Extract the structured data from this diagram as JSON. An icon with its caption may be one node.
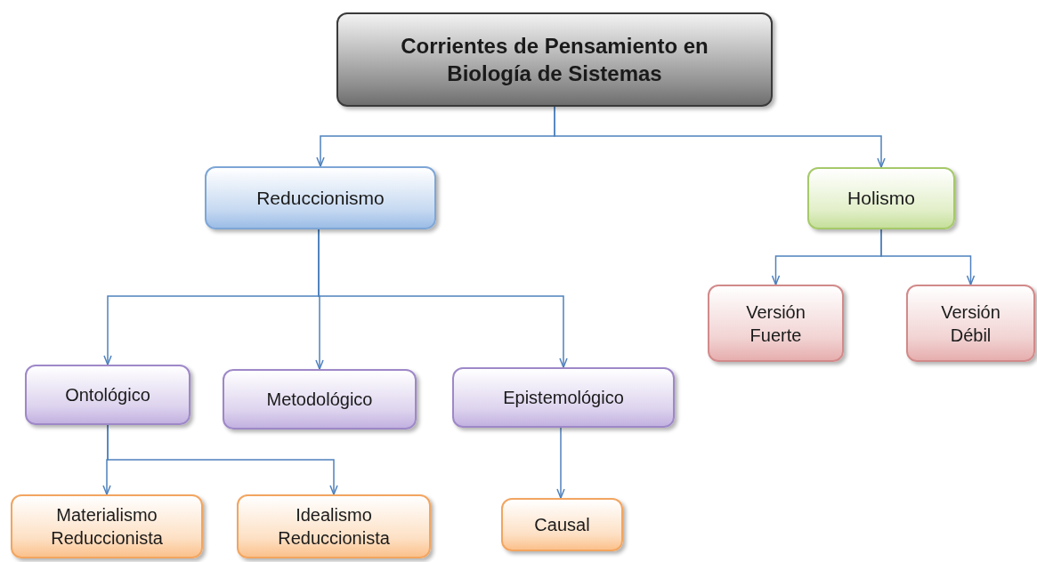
{
  "diagram": {
    "nodes": [
      {
        "text": [
          "Corrientes de Pensamiento en Biología de Sistemas"
        ]
      },
      {
        "text": [
          "Reduccionismo"
        ]
      },
      {
        "text": [
          "Holismo"
        ]
      },
      {
        "text": [
          "Versión Fuerte"
        ]
      },
      {
        "text": [
          "Versión Débil"
        ]
      },
      {
        "text": [
          "Ontológico"
        ]
      },
      {
        "text": [
          "Metodológico"
        ]
      },
      {
        "text": [
          "Epistemológico"
        ]
      },
      {
        "text": [
          "Materialismo Reduccionista"
        ]
      },
      {
        "text": [
          "Idealismo Reduccionista"
        ]
      },
      {
        "text": [
          "Causal"
        ]
      }
    ],
    "edges": [
      {
        "from": 0,
        "to": 1,
        "arrow": "to"
      },
      {
        "from": 0,
        "to": 2,
        "arrow": "to"
      },
      {
        "from": 2,
        "to": 3,
        "arrow": "to"
      },
      {
        "from": 2,
        "to": 4,
        "arrow": "to"
      },
      {
        "from": 1,
        "to": 5,
        "arrow": "to"
      },
      {
        "from": 1,
        "to": 6,
        "arrow": "to"
      },
      {
        "from": 1,
        "to": 7,
        "arrow": "to"
      },
      {
        "from": 5,
        "to": 8,
        "arrow": "to"
      },
      {
        "from": 5,
        "to": 9,
        "arrow": "to"
      },
      {
        "from": 7,
        "to": 10,
        "arrow": "to"
      }
    ]
  }
}
